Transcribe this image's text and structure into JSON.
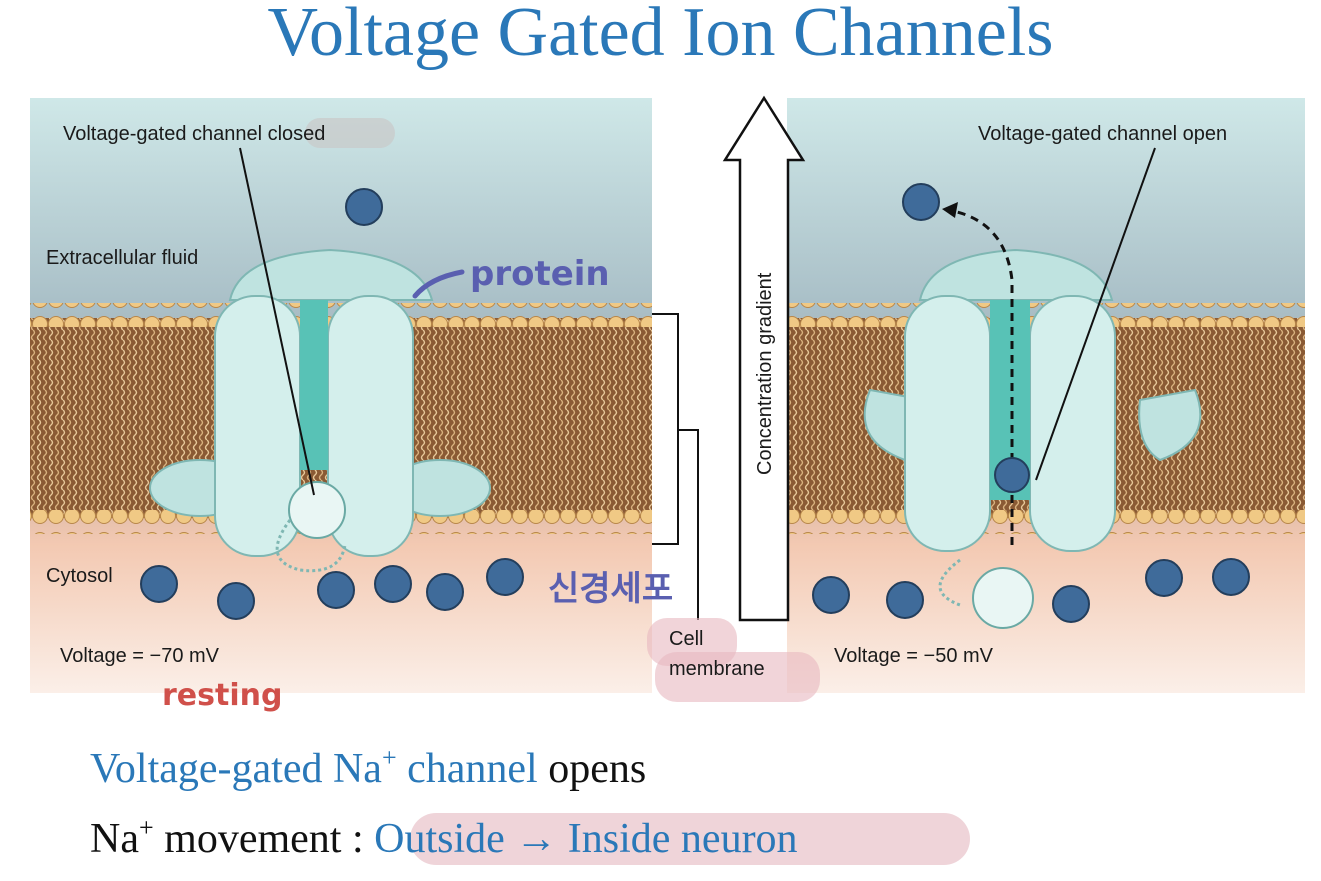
{
  "title": "Voltage Gated Ion Channels",
  "left_panel": {
    "channel_label": "Voltage-gated channel closed",
    "extracellular_label": "Extracellular fluid",
    "cytosol_label": "Cytosol",
    "voltage_label": "Voltage = −70 mV"
  },
  "right_panel": {
    "channel_label": "Voltage-gated channel open",
    "voltage_label": "Voltage = −50 mV"
  },
  "gradient_label": "Concentration gradient",
  "membrane_label_line1": "Cell",
  "membrane_label_line2": "membrane",
  "annotations": {
    "protein": "protein",
    "korean": "신경세포",
    "resting": "resting"
  },
  "caption": {
    "line1_blue": "Voltage-gated Na",
    "line1_sup": "+",
    "line1_blue2": " channel",
    "line1_black": " opens",
    "line2_black": "Na",
    "line2_sup": "+",
    "line2_black2": " movement : ",
    "line2_blue": "Outside → Inside neuron"
  },
  "colors": {
    "title": "#2a78b8",
    "ion": "#3f6b9a",
    "channel": "#bfe3e0",
    "membrane_head": "#e9c27a",
    "highlight": "#e8b7bf"
  }
}
